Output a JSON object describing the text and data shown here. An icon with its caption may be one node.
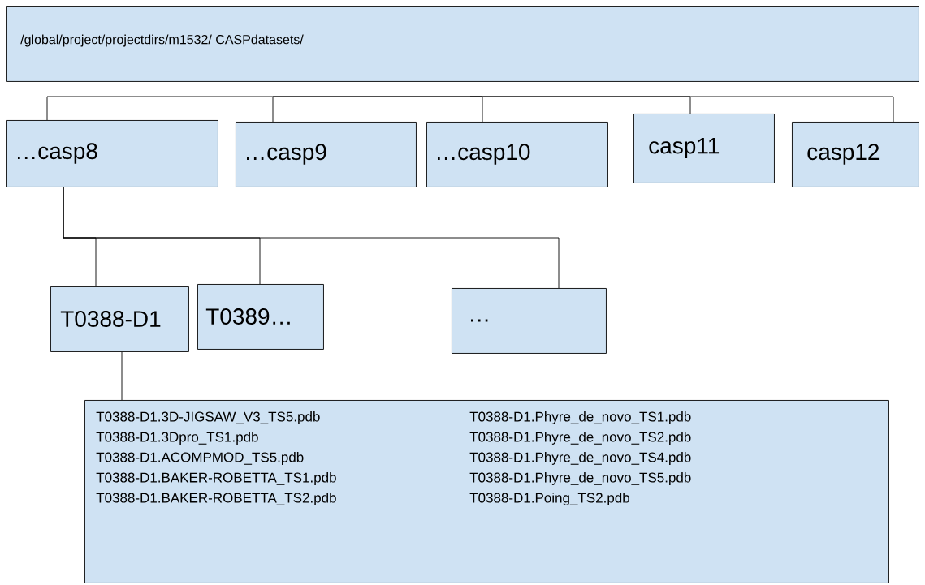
{
  "diagram": {
    "nodes": [
      {
        "text": [
          "/global/project/projectdirs/m1532/ CASPdatasets/"
        ]
      },
      {
        "text": [
          "…casp8"
        ]
      },
      {
        "text": [
          "…casp9"
        ]
      },
      {
        "text": [
          "…casp10"
        ]
      },
      {
        "text": [
          "casp11"
        ]
      },
      {
        "text": [
          "casp12"
        ]
      },
      {
        "text": [
          "T0388-D1"
        ]
      },
      {
        "text": [
          "T0389…"
        ]
      },
      {
        "text": [
          "…"
        ]
      },
      {
        "text": [
          "T0388-D1.3D-JIGSAW_V3_TS5.pdb",
          "T0388-D1.3Dpro_TS1.pdb",
          "T0388-D1.ACOMPMOD_TS5.pdb",
          "T0388-D1.BAKER-ROBETTA_TS1.pdb",
          "T0388-D1.BAKER-ROBETTA_TS2.pdb",
          "T0388-D1.Phyre_de_novo_TS1.pdb",
          "T0388-D1.Phyre_de_novo_TS2.pdb",
          "T0388-D1.Phyre_de_novo_TS4.pdb",
          "T0388-D1.Phyre_de_novo_TS5.pdb",
          "T0388-D1.Poing_TS2.pdb"
        ]
      }
    ],
    "edges": [
      {
        "from": 0,
        "to": 1,
        "arrow": "none"
      },
      {
        "from": 0,
        "to": 2,
        "arrow": "none"
      },
      {
        "from": 0,
        "to": 3,
        "arrow": "none"
      },
      {
        "from": 0,
        "to": 4,
        "arrow": "none"
      },
      {
        "from": 0,
        "to": 5,
        "arrow": "none"
      },
      {
        "from": 1,
        "to": 6,
        "arrow": "none"
      },
      {
        "from": 1,
        "to": 7,
        "arrow": "none"
      },
      {
        "from": 1,
        "to": 8,
        "arrow": "none"
      },
      {
        "from": 6,
        "to": 9,
        "arrow": "none"
      }
    ]
  }
}
